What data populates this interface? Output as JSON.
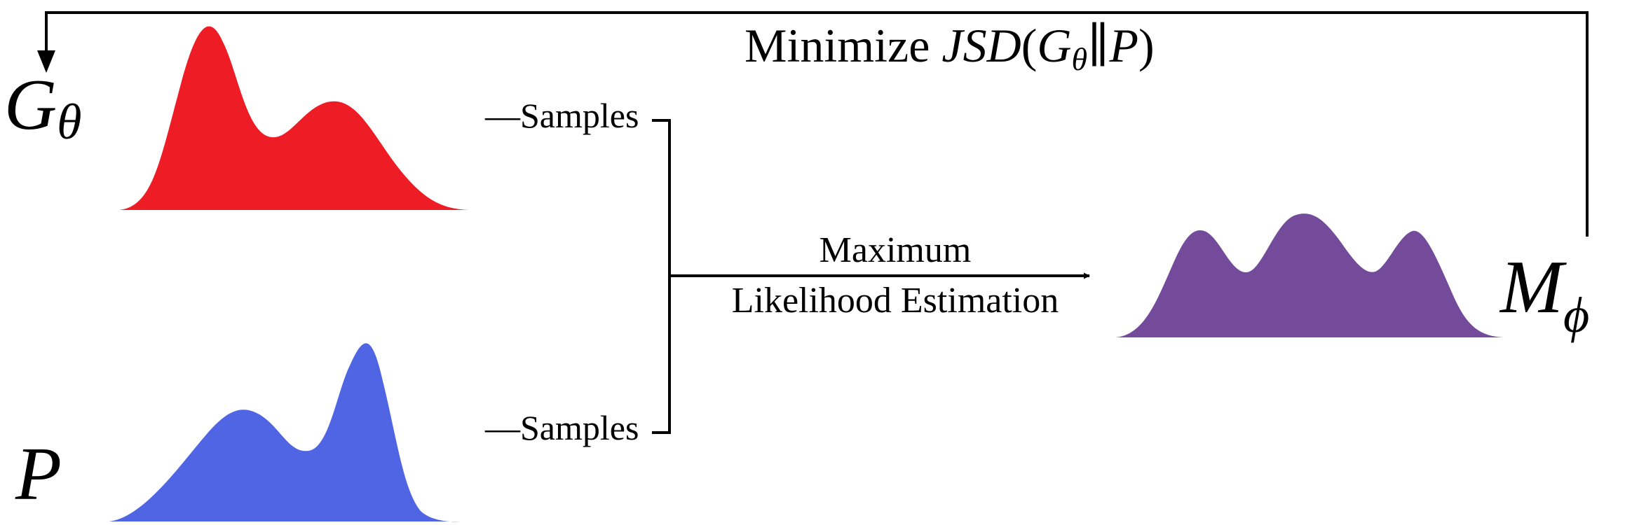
{
  "top_label": {
    "prefix": "Minimize ",
    "fn": "JSD",
    "open": "(",
    "g": "G",
    "g_sub": "θ",
    "sep": "∥",
    "p": "P",
    "close": ")"
  },
  "generator": {
    "symbol": "G",
    "sub": "θ",
    "color": "#ee1c25"
  },
  "target": {
    "symbol": "P",
    "color": "#4f65e3"
  },
  "model": {
    "symbol": "M",
    "sub": "ϕ",
    "color": "#744b9a"
  },
  "samples_top": "—Samples",
  "samples_bottom": "—Samples",
  "mle": {
    "line1": "Maximum",
    "line2": "Likelihood Estimation"
  }
}
